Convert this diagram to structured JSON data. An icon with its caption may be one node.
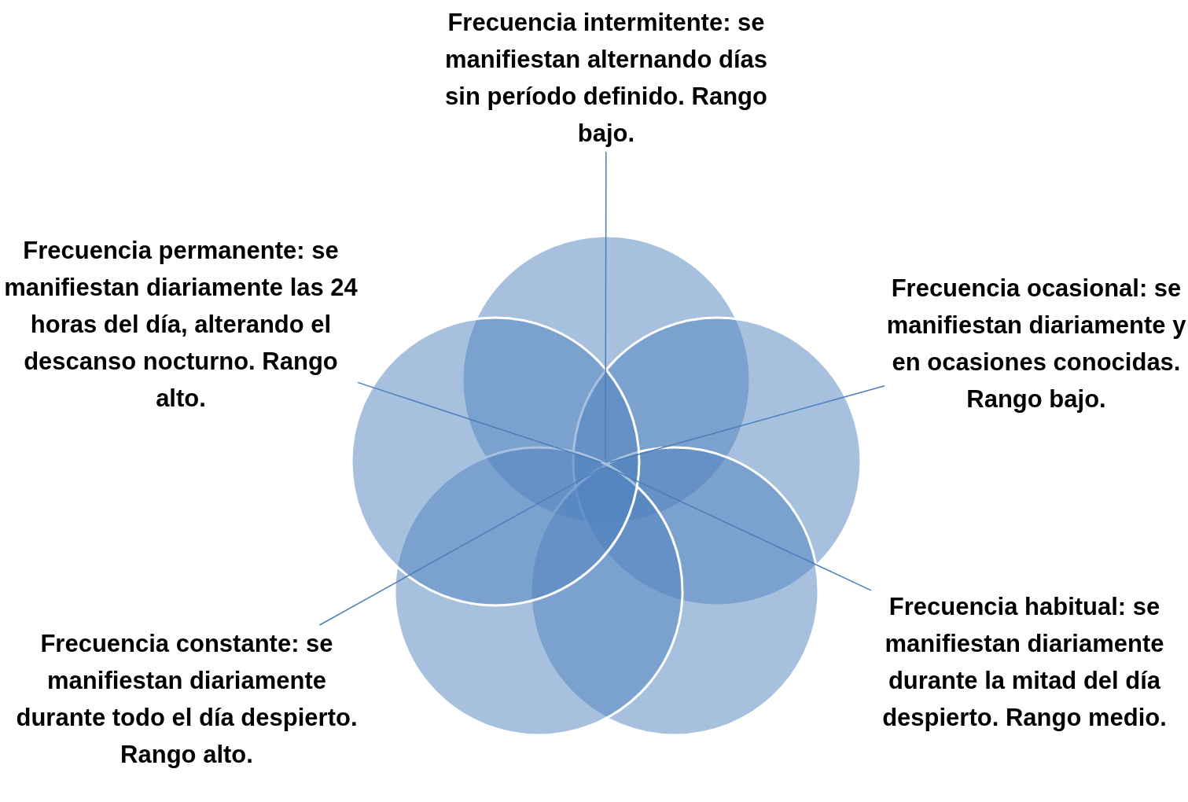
{
  "diagram": {
    "nodes": [
      {
        "text": [],
        "shape": "circle"
      },
      {
        "text": [],
        "shape": "circle"
      },
      {
        "text": [],
        "shape": "circle"
      },
      {
        "text": [],
        "shape": "circle"
      },
      {
        "text": [],
        "shape": "circle"
      },
      {
        "text": [
          "Frecuencia intermitente: se manifiestan alternando días sin período definido. Rango bajo."
        ]
      },
      {
        "text": [
          "Frecuencia permanente: se manifiestan diariamente las 24 horas del día, alterando el descanso nocturno. Rango alto."
        ]
      },
      {
        "text": [
          "Frecuencia ocasional: se manifiestan diariamente y en ocasiones conocidas. Rango bajo."
        ]
      },
      {
        "text": [
          "Frecuencia constante: se manifiestan diariamente durante todo el día despierto. Rango alto."
        ]
      },
      {
        "text": [
          "Frecuencia habitual: se manifiestan diariamente durante la mitad del día despierto. Rango medio."
        ]
      }
    ],
    "edges": [
      {
        "from": 5,
        "to": 0,
        "arrow": "none"
      },
      {
        "from": 6,
        "to": 1,
        "arrow": "none"
      },
      {
        "from": 7,
        "to": 2,
        "arrow": "none"
      },
      {
        "from": 8,
        "to": 3,
        "arrow": "none"
      },
      {
        "from": 9,
        "to": 4,
        "arrow": "none"
      }
    ]
  }
}
